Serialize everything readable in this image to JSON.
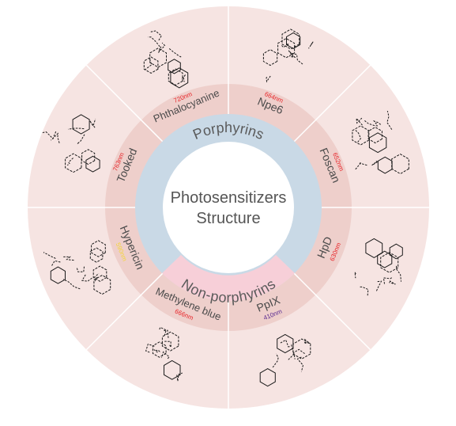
{
  "diagram": {
    "center_title_line1": "Photosensitizers",
    "center_title_line2": "Structure",
    "class_labels": {
      "porphyrins": "Porphyrins",
      "non_porphyrins": "Non-porphyrins"
    },
    "compounds": [
      {
        "name": "Npe6",
        "wavelength": "664nm",
        "wavelength_color": "#e8262a"
      },
      {
        "name": "Foscan",
        "wavelength": "652nm",
        "wavelength_color": "#e8262a"
      },
      {
        "name": "HpD",
        "wavelength": "630nm",
        "wavelength_color": "#e8262a"
      },
      {
        "name": "PpIX",
        "wavelength": "410nm",
        "wavelength_color": "#5b2c91"
      },
      {
        "name": "Methylene blue",
        "wavelength": "666nm",
        "wavelength_color": "#e8262a"
      },
      {
        "name": "Hypericin",
        "wavelength": "590nm",
        "wavelength_color": "#f5d53a"
      },
      {
        "name": "Tooked",
        "wavelength": "763nm",
        "wavelength_color": "#e8262a"
      },
      {
        "name": "Phthalocyanine",
        "wavelength": "720nm",
        "wavelength_color": "#e8262a"
      }
    ],
    "colors": {
      "outer_ring": "#f6e4e2",
      "middle_ring": "#eecfcb",
      "porphyrin_band": "#c9d9e6",
      "non_porphyrin_band": "#f7cfd8",
      "label_text": "#4a4a4a",
      "divider": "#ffffff"
    }
  }
}
